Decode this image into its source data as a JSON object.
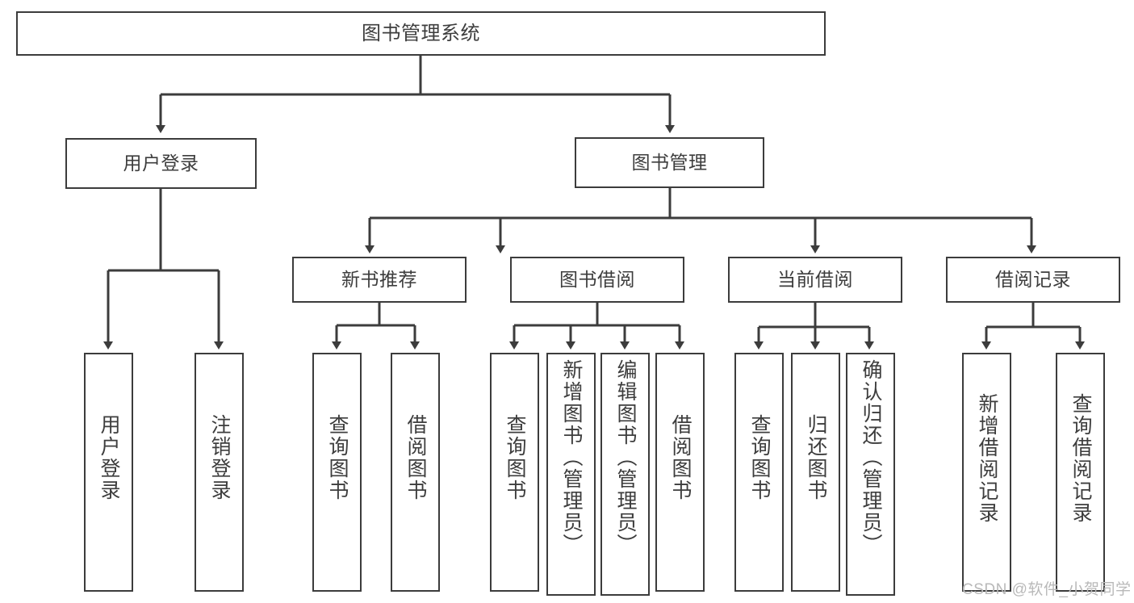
{
  "diagram": {
    "title": "图书管理系统",
    "root": {
      "label": "图书管理系统"
    },
    "level1": [
      {
        "label": "用户登录"
      },
      {
        "label": "图书管理"
      }
    ],
    "level2": [
      {
        "label": "新书推荐"
      },
      {
        "label": "图书借阅"
      },
      {
        "label": "当前借阅"
      },
      {
        "label": "借阅记录"
      }
    ],
    "leaves": {
      "user_login": [
        {
          "label": "用户登录"
        },
        {
          "label": "注销登录"
        }
      ],
      "new_book_recommend": [
        {
          "label": "查询图书"
        },
        {
          "label": "借阅图书"
        }
      ],
      "book_borrow": [
        {
          "label": "查询图书"
        },
        {
          "label": "新增图书（管理员）"
        },
        {
          "label": "编辑图书（管理员）"
        },
        {
          "label": "借阅图书"
        }
      ],
      "current_borrow": [
        {
          "label": "查询图书"
        },
        {
          "label": "归还图书"
        },
        {
          "label": "确认归还（管理员）"
        }
      ],
      "borrow_record": [
        {
          "label": "新增借阅记录"
        },
        {
          "label": "查询借阅记录"
        }
      ]
    },
    "watermark": "CSDN @软件_小贺同学",
    "colors": {
      "stroke": "#3c3c3c",
      "text": "#3d3d3d",
      "background": "#ffffff",
      "watermark": "#b9b9b9"
    }
  }
}
